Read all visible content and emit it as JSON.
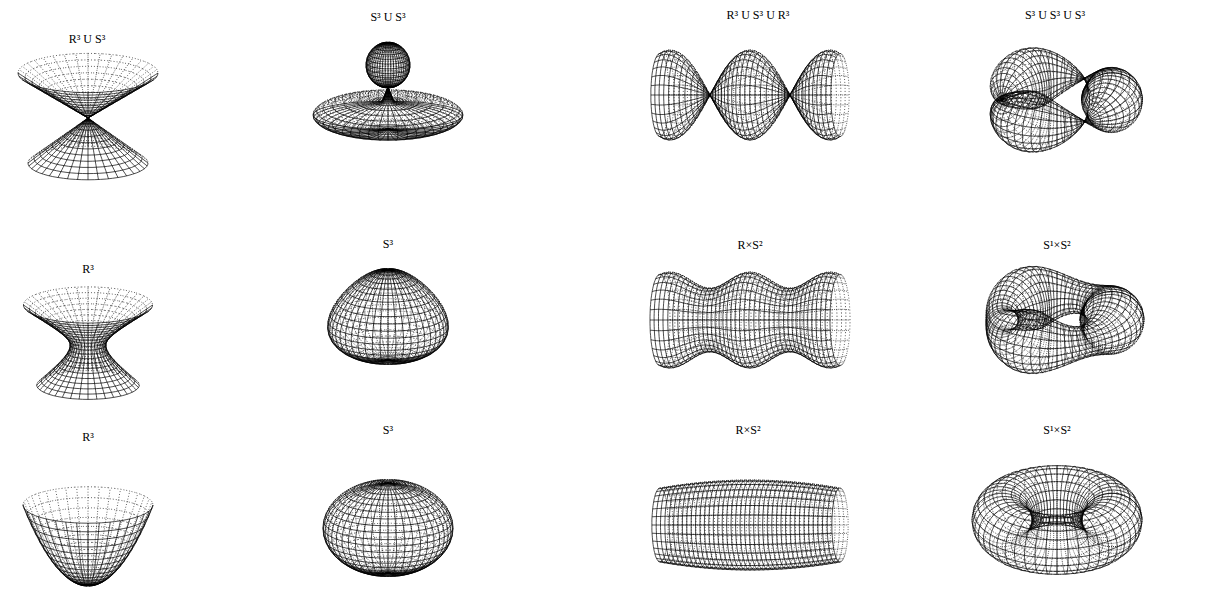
{
  "diagram": {
    "labels": [
      "R³ U S³",
      "S³ U S³",
      "R³ U S³ U R³",
      "S³ U S³ U S³",
      "R³",
      "S³",
      "R×S²",
      "S¹×S²",
      "R³",
      "S³",
      "R×S²",
      "S¹×S²"
    ]
  }
}
